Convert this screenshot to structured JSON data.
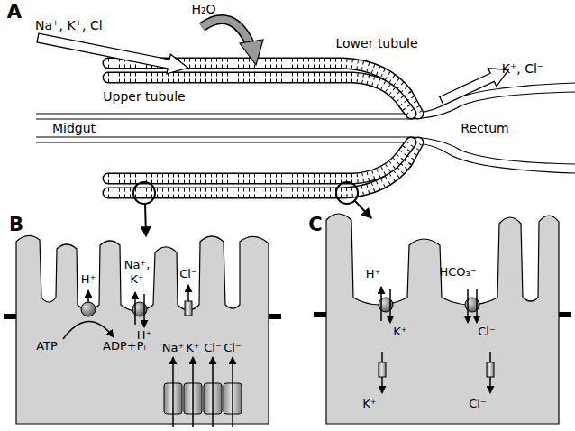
{
  "diagram": {
    "labels": [
      "A",
      "Na⁺, K⁺, Cl⁻",
      "H₂O",
      "Lower tubule",
      "K⁺, Cl⁻",
      "Upper tubule",
      "Midgut",
      "Rectum",
      "B",
      "H⁺",
      "Na⁺, K⁺",
      "Cl⁻",
      "H⁺",
      "ATP",
      "ADP+Pᵢ",
      "Na⁺",
      "K⁺",
      "Cl⁻",
      "Cl⁻",
      "C",
      "H⁺",
      "HCO₃⁻",
      "K⁺",
      "Cl⁻",
      "K⁺",
      "Cl⁻"
    ]
  }
}
